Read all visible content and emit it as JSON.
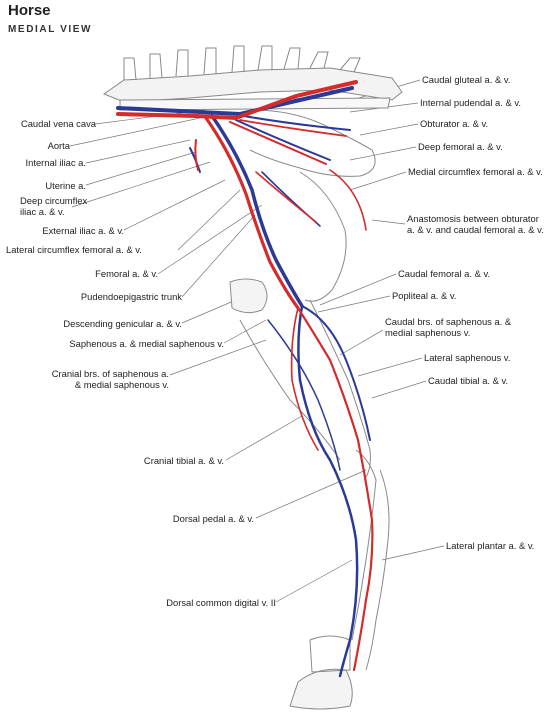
{
  "header": {
    "title": "Horse",
    "subtitle": "MEDIAL VIEW"
  },
  "colors": {
    "artery": "#d42b2b",
    "vein": "#2b3a96",
    "bone": "#888888",
    "leader": "#666666"
  },
  "labels": {
    "caudal_vena_cava": "Caudal vena cava",
    "aorta": "Aorta",
    "internal_iliac": "Internal iliac a.",
    "uterine": "Uterine a.",
    "deep_circumflex_iliac_1": "Deep circumflex",
    "deep_circumflex_iliac_2": "iliac a. & v.",
    "external_iliac": "External iliac a. & v.",
    "lateral_circumflex_femoral": "Lateral circumflex femoral a. & v.",
    "femoral": "Femoral a. & v.",
    "pudendoepigastric": "Pudendoepigastric trunk",
    "descending_genicular": "Descending genicular a. & v.",
    "saphenous": "Saphenous a. & medial saphenous v.",
    "cranial_brs_1": "Cranial brs. of saphenous a.",
    "cranial_brs_2": "& medial saphenous v.",
    "cranial_tibial": "Cranial tibial a. & v.",
    "dorsal_pedal": "Dorsal pedal a. & v.",
    "dorsal_common_digital": "Dorsal common digital v. II",
    "caudal_gluteal": "Caudal gluteal a. & v.",
    "internal_pudendal": "Internal pudendal a. & v.",
    "obturator": "Obturator a. & v.",
    "deep_femoral": "Deep femoral a. & v.",
    "medial_circumflex_femoral": "Medial circumflex femoral a. & v.",
    "anastomosis_1": "Anastomosis between obturator",
    "anastomosis_2": "a. & v. and caudal femoral a. & v.",
    "caudal_femoral": "Caudal femoral a. & v.",
    "popliteal": "Popliteal a. & v.",
    "caudal_brs_1": "Caudal brs. of saphenous a. &",
    "caudal_brs_2": "medial saphenous v.",
    "lateral_saphenous": "Lateral saphenous v.",
    "caudal_tibial": "Caudal tibial a. & v.",
    "lateral_plantar": "Lateral plantar a. & v."
  }
}
